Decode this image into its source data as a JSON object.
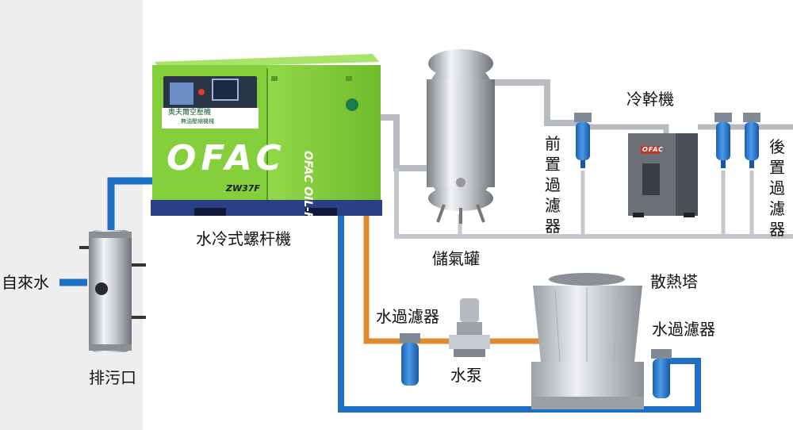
{
  "labels": {
    "compressor": "水冷式螺杆機",
    "air_tank": "儲氣罐",
    "dryer": "冷幹機",
    "pre_filter": "前置過濾器",
    "post_filter": "後置過濾器",
    "cooling_tower": "散熱塔",
    "water_filter_left": "水過濾器",
    "water_filter_right": "水過濾器",
    "pump": "水泵",
    "tap_water": "自來水",
    "drain": "排污口"
  },
  "compressor": {
    "brand": "OFAC",
    "model": "ZW37F",
    "side_text": "OFAC OIL-FREE",
    "panel_line1": "奥夫爾空壓機",
    "panel_line2": "無油壓縮機械",
    "body_color": "#86d13c"
  },
  "dryer": {
    "brand": "OFAC"
  },
  "colors": {
    "water_pipe_blue": "#1f6fc4",
    "hot_water_orange": "#e08a2e",
    "air_pipe_gray": "#b8bcc0",
    "filter_blue": "#2f7fd6",
    "compressor_green": "#86d13c",
    "compressor_base": "#2a3f86"
  },
  "icons": [
    "compressor-icon",
    "air-tank-icon",
    "filter-icon",
    "dryer-icon",
    "cooling-tower-icon",
    "pump-icon",
    "softener-icon"
  ]
}
